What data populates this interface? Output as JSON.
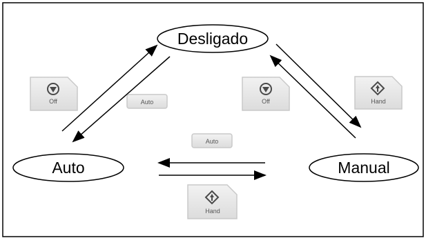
{
  "states": {
    "off": "Desligado",
    "auto": "Auto",
    "manual": "Manual"
  },
  "buttons": {
    "off_left": "Off",
    "auto_top": "Auto",
    "off_right": "Off",
    "hand_right": "Hand",
    "auto_middle": "Auto",
    "hand_bottom": "Hand"
  },
  "colors": {
    "border": "#000000",
    "button_fill": "#e6e6e6",
    "button_stroke": "#c9c9c9",
    "icon": "#4a4a4a",
    "button_text": "#555555"
  },
  "icons": {
    "off": "stop-circle-icon",
    "hand": "diamond-up-icon"
  }
}
